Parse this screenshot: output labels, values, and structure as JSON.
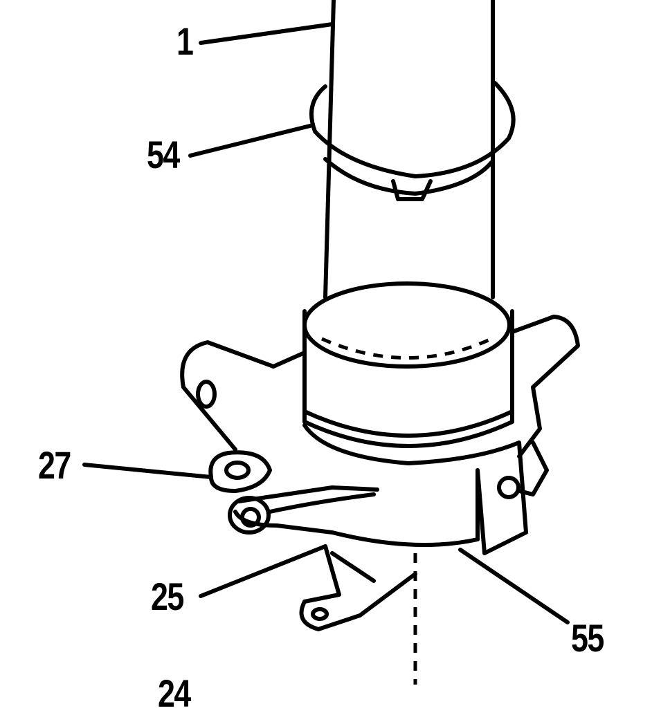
{
  "figure": {
    "labels": {
      "shaft": "1",
      "ring": "54",
      "bracket_pin": "27",
      "lower_arm": "25",
      "knuckle": "55",
      "axis": "24"
    }
  }
}
